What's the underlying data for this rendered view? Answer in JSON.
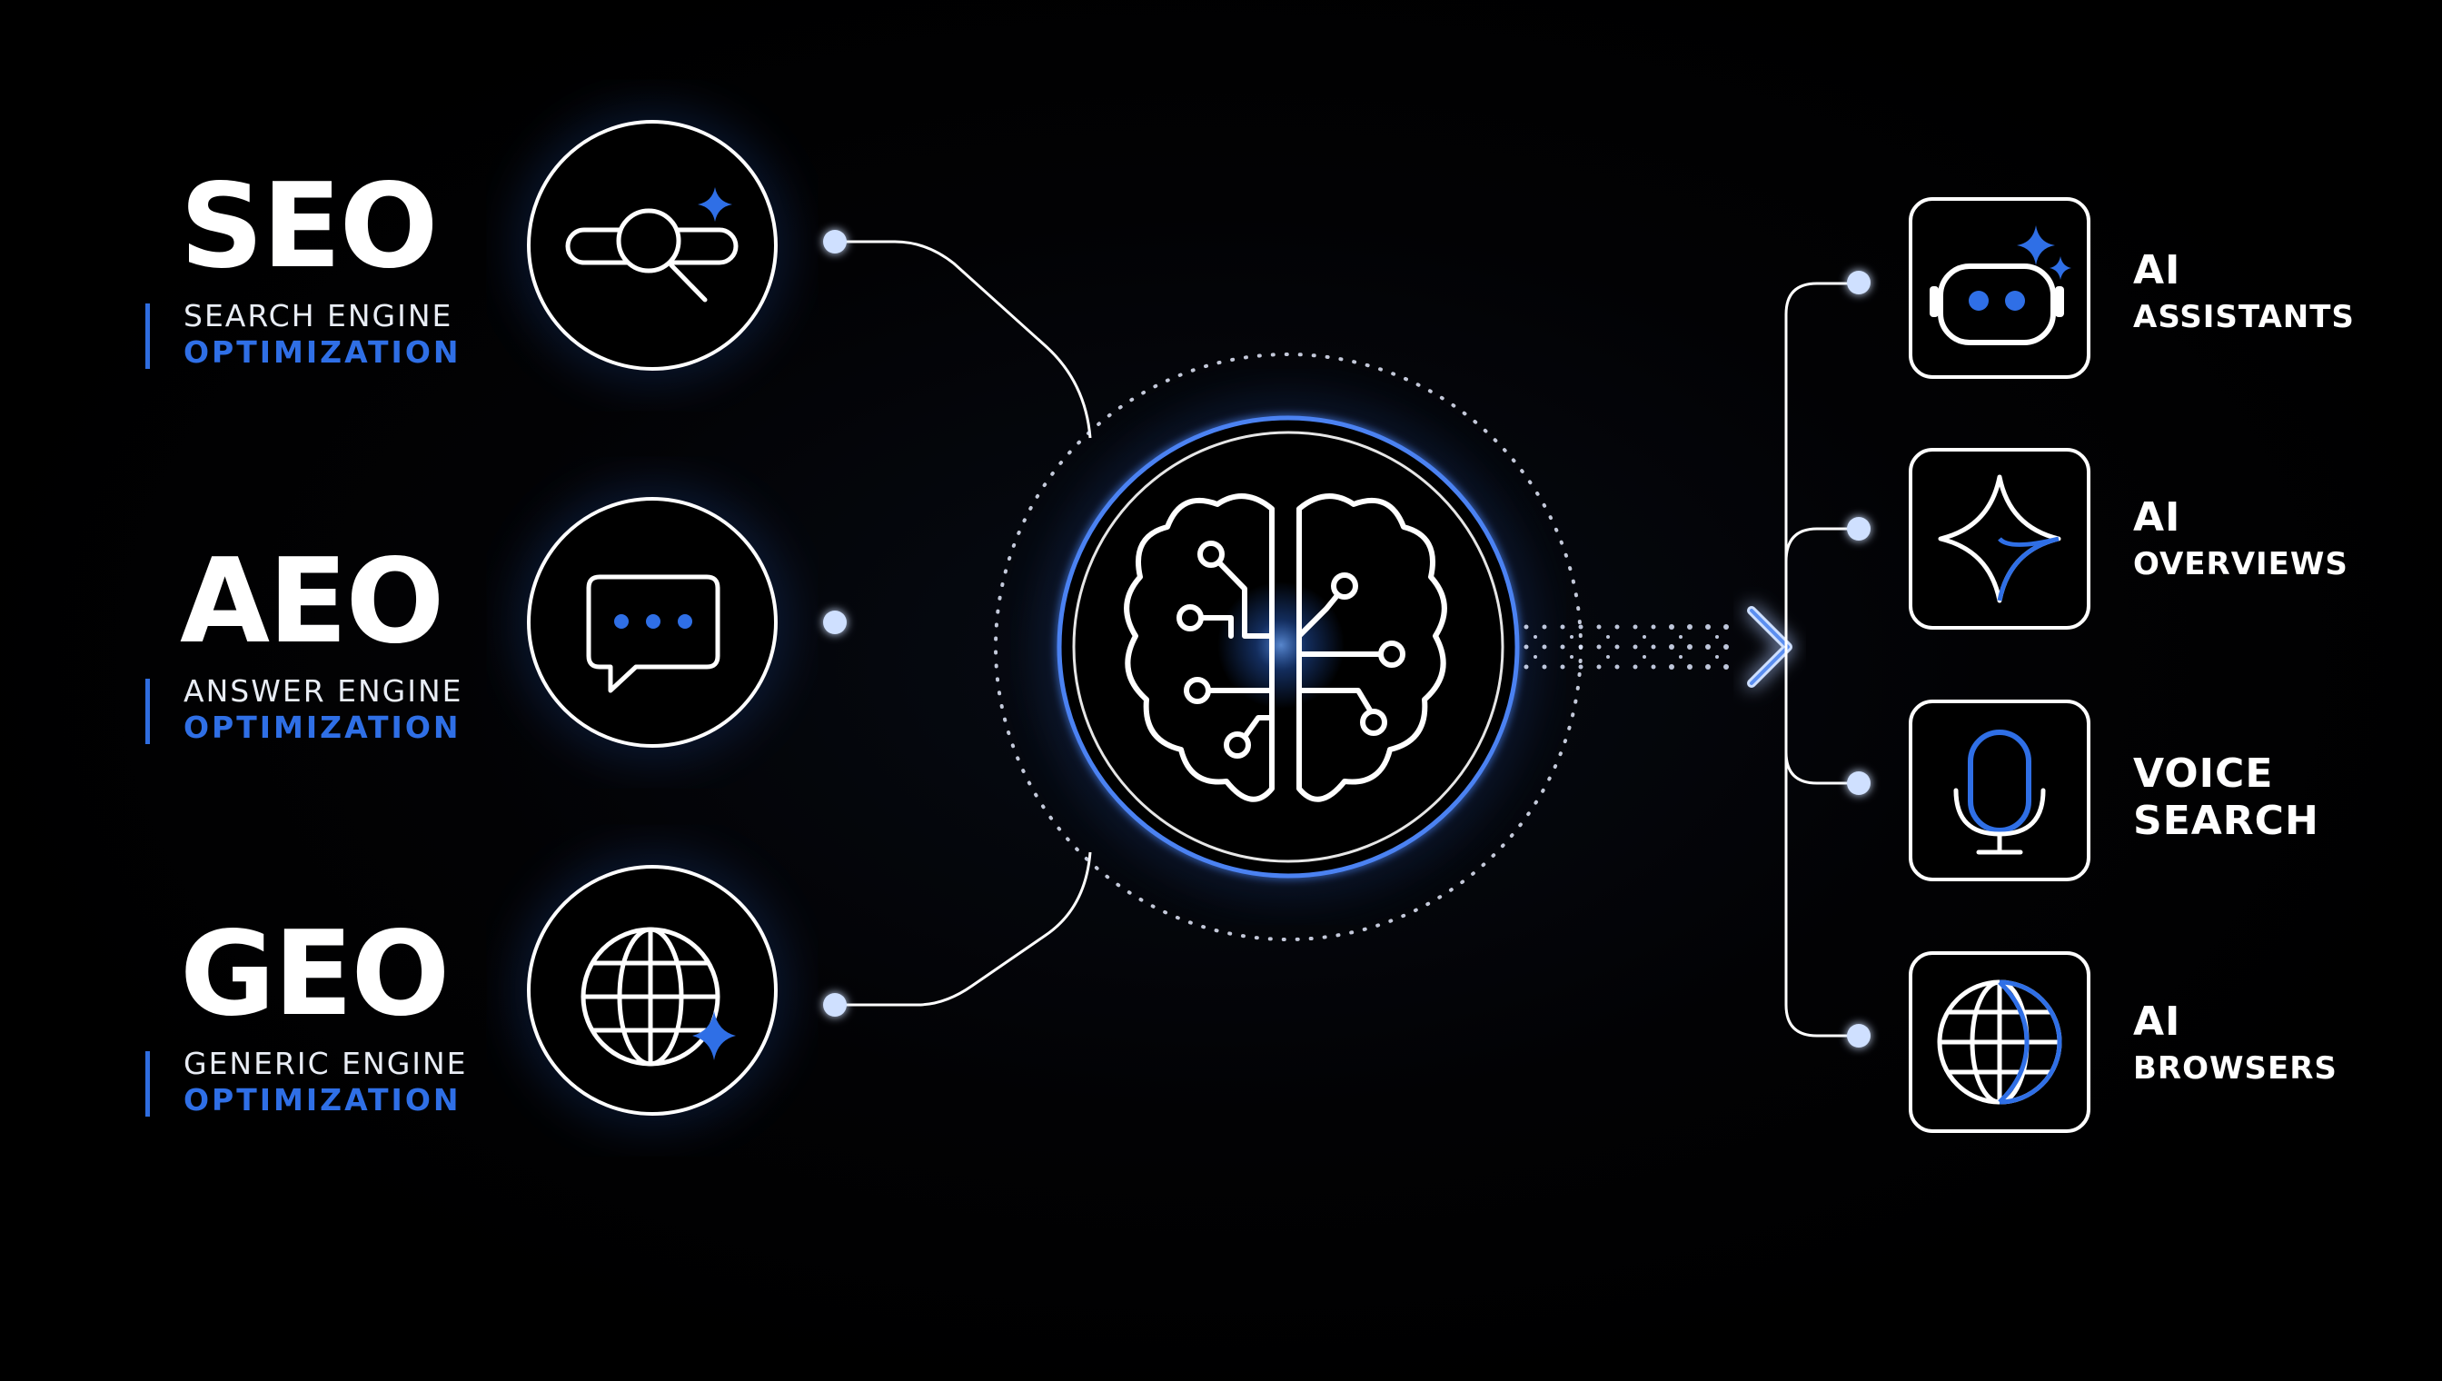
{
  "left_items": [
    {
      "id": "seo",
      "acronym": "SEO",
      "line1": "SEARCH ENGINE",
      "line2": "OPTIMIZATION",
      "icon": "search-sparkle-icon"
    },
    {
      "id": "aeo",
      "acronym": "AEO",
      "line1": "ANSWER ENGINE",
      "line2": "OPTIMIZATION",
      "icon": "chat-bubble-icon"
    },
    {
      "id": "geo",
      "acronym": "GEO",
      "line1": "GENERIC ENGINE",
      "line2": "OPTIMIZATION",
      "icon": "globe-sparkle-icon"
    }
  ],
  "center": {
    "icon": "brain-circuit-icon"
  },
  "right_items": [
    {
      "id": "assistants",
      "line1": "AI",
      "line2": "ASSISTANTS",
      "icon": "robot-icon"
    },
    {
      "id": "overviews",
      "line1": "AI",
      "line2": "OVERVIEWS",
      "icon": "sparkle-star-icon"
    },
    {
      "id": "voice",
      "line1": "VOICE",
      "line2": "SEARCH",
      "icon": "microphone-icon"
    },
    {
      "id": "browsers",
      "line1": "AI",
      "line2": "BROWSERS",
      "icon": "globe-icon"
    }
  ],
  "colors": {
    "background": "#000000",
    "accent": "#2f6fe6",
    "line": "#ffffff",
    "node": "#cfe0ff"
  }
}
